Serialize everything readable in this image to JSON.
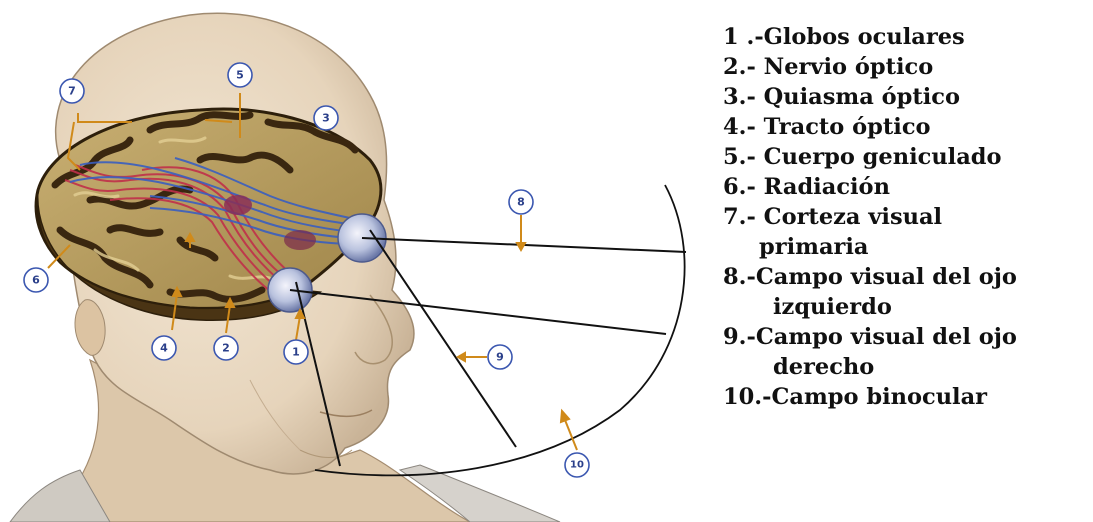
{
  "legend": {
    "items": [
      {
        "label": "1 .-Globos oculares"
      },
      {
        "label": "2.- Nervio óptico"
      },
      {
        "label": "3.- Quiasma óptico"
      },
      {
        "label": "4.- Tracto óptico"
      },
      {
        "label": "5.- Cuerpo geniculado"
      },
      {
        "label": "6.- Radiación"
      },
      {
        "label": "7.- Corteza visual",
        "continuation": "primaria"
      },
      {
        "label": "8.-Campo visual del ojo",
        "continuation": "izquierdo"
      },
      {
        "label": "9.-Campo visual del ojo",
        "continuation": "derecho"
      },
      {
        "label": "10.-Campo binocular"
      }
    ]
  },
  "markers": [
    {
      "number": "1"
    },
    {
      "number": "2"
    },
    {
      "number": "3"
    },
    {
      "number": "4"
    },
    {
      "number": "5"
    },
    {
      "number": "6"
    },
    {
      "number": "7"
    },
    {
      "number": "8"
    },
    {
      "number": "9"
    },
    {
      "number": "10"
    }
  ],
  "colors": {
    "skin": "#e9d9c3",
    "skin_shadow": "#c9b59a",
    "brain_dark": "#3d2b12",
    "brain_light": "#b8a063",
    "cortex_fill": "#d8c58a",
    "fiber_red": "#c0304a",
    "fiber_blue": "#3a5fc0",
    "arrow": "#d08a1a",
    "marker_ring": "#3b57b0"
  }
}
